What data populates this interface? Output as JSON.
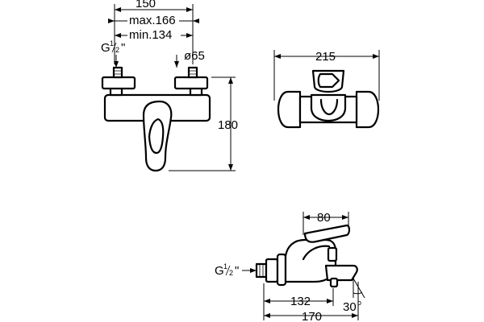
{
  "front_view": {
    "width_total": "150",
    "width_max": "max.166",
    "width_min": "min.134",
    "thread_prefix": "G",
    "thread_num": "1",
    "thread_den": "2",
    "thread_mark": "\"",
    "diameter": "ø65",
    "height": "180"
  },
  "top_view": {
    "width": "215"
  },
  "side_view": {
    "thread_prefix": "G",
    "thread_num": "1",
    "thread_den": "2",
    "thread_mark": "\"",
    "handle_width": "80",
    "reach_inner": "132",
    "reach_outer": "170",
    "angle_num": "30",
    "angle_unit": "o"
  }
}
